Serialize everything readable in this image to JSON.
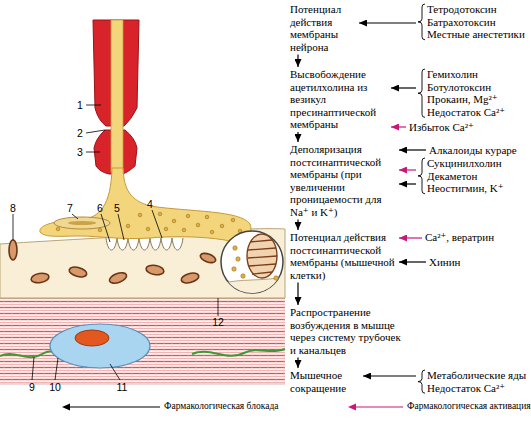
{
  "diagram": {
    "nodes": [
      {
        "text": [
          "Потенциал действия мембраны нейрона"
        ]
      },
      {
        "text": [
          "Высвобождение ацетилхолина из везикул пресинаптической мембраны"
        ]
      },
      {
        "text": [
          "Деполяризация постсинаптической мембраны (при увеличении проницаемости для Na⁺ и K⁺)"
        ]
      },
      {
        "text": [
          "Потенциал действия постсинаптической мембраны (мышечной клетки)"
        ]
      },
      {
        "text": [
          "Распространение возбуждения в мышце через систему трубочек и канальцев"
        ]
      },
      {
        "text": [
          "Мышечное сокращение"
        ]
      },
      {
        "text": [
          "Тетродотоксин",
          "Батрахотоксин",
          "Местные анестетики"
        ]
      },
      {
        "text": [
          "Гемихолин",
          "Ботулотоксин",
          "Прокаин, Mg²⁺",
          "Недостаток Ca²⁺"
        ]
      },
      {
        "text": [
          "Избыток Ca²⁺"
        ]
      },
      {
        "text": [
          "Алкалоиды кураре"
        ]
      },
      {
        "text": [
          "Сукцинилхолин",
          "Декаметон",
          "Неостигмин, K⁺"
        ]
      },
      {
        "text": [
          "Ca²⁺, вератрин"
        ]
      },
      {
        "text": [
          "Хинин"
        ]
      },
      {
        "text": [
          "Метаболические яды",
          "Недостаток Ca²⁺"
        ]
      }
    ],
    "edges": [
      {
        "from": 0,
        "to": 1,
        "arrow": "to"
      },
      {
        "from": 1,
        "to": 2,
        "arrow": "to"
      },
      {
        "from": 2,
        "to": 3,
        "arrow": "to"
      },
      {
        "from": 3,
        "to": 4,
        "arrow": "to"
      },
      {
        "from": 4,
        "to": 5,
        "arrow": "to"
      },
      {
        "from": 6,
        "to": 0,
        "arrow": "to"
      },
      {
        "from": 7,
        "to": 1,
        "arrow": "to"
      },
      {
        "from": 8,
        "to": 1,
        "arrow": "to"
      },
      {
        "from": 9,
        "to": 2,
        "arrow": "to"
      },
      {
        "from": 10,
        "to": 2,
        "arrow": "to"
      },
      {
        "from": 10,
        "to": 2,
        "arrow": "to"
      },
      {
        "from": 11,
        "to": 3,
        "arrow": "to"
      },
      {
        "from": 12,
        "to": 3,
        "arrow": "to"
      },
      {
        "from": 13,
        "to": 5,
        "arrow": "to"
      }
    ],
    "labels": [
      "1",
      "2",
      "3",
      "4",
      "5",
      "6",
      "7",
      "8",
      "9",
      "10",
      "11",
      "12"
    ],
    "legend": [
      {
        "text": "Фармакологическая блокада"
      },
      {
        "text": "Фармакологическая активация"
      }
    ]
  }
}
